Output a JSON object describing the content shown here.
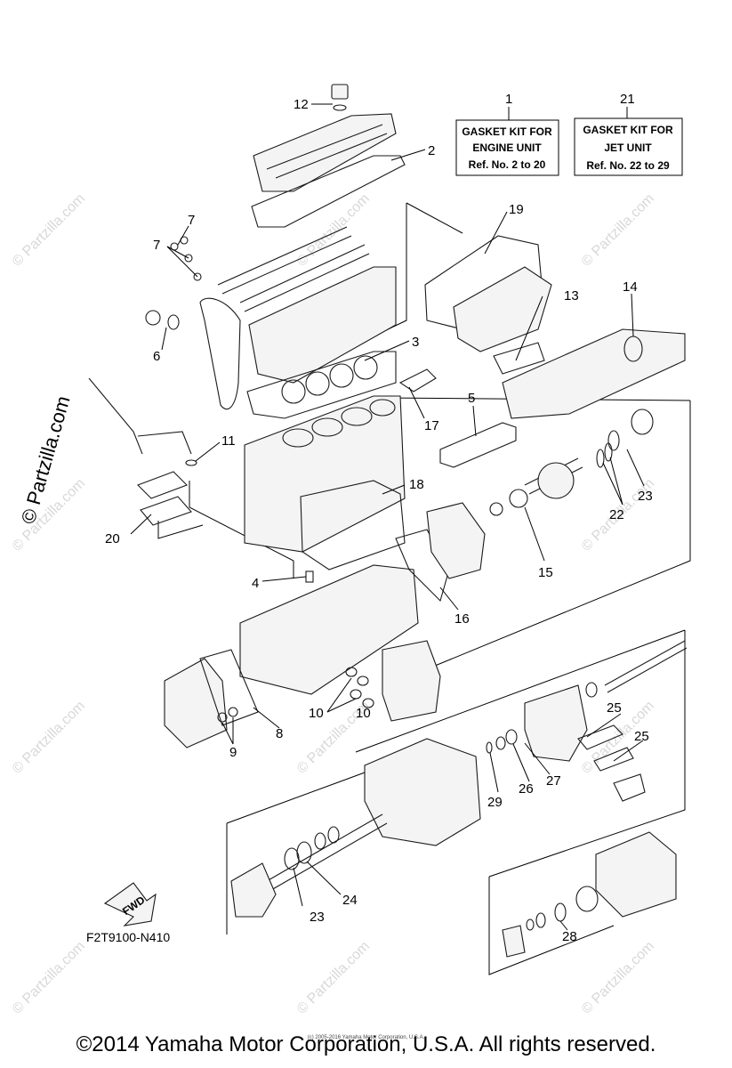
{
  "diagram": {
    "ref_code": "F2T9100-N410",
    "fwd_label": "FWD",
    "kits": [
      {
        "ref": "1",
        "lines": [
          "GASKET KIT FOR",
          "ENGINE UNIT",
          "Ref. No. 2 to 20"
        ]
      },
      {
        "ref": "21",
        "lines": [
          "GASKET KIT FOR",
          "JET UNIT",
          "Ref. No. 22 to 29"
        ]
      }
    ],
    "callouts": {
      "c2": "2",
      "c3": "3",
      "c4": "4",
      "c5": "5",
      "c6": "6",
      "c7a": "7",
      "c7b": "7",
      "c8": "8",
      "c9": "9",
      "c10a": "10",
      "c10b": "10",
      "c11": "11",
      "c12": "12",
      "c13": "13",
      "c14": "14",
      "c15": "15",
      "c16": "16",
      "c17": "17",
      "c18": "18",
      "c19": "19",
      "c20": "20",
      "c22": "22",
      "c23a": "23",
      "c23b": "23",
      "c24": "24",
      "c25a": "25",
      "c25b": "25",
      "c26": "26",
      "c27": "27",
      "c28": "28",
      "c29": "29"
    }
  },
  "watermarks": {
    "side": "© Partzilla.com",
    "faint": "© Partzilla.com"
  },
  "footer": {
    "copyright": "©2014 Yamaha Motor Corporation, U.S.A. All rights reserved.",
    "credit": "(c) 2005-2016 Yamaha Motor Corporation, U.S.A."
  }
}
